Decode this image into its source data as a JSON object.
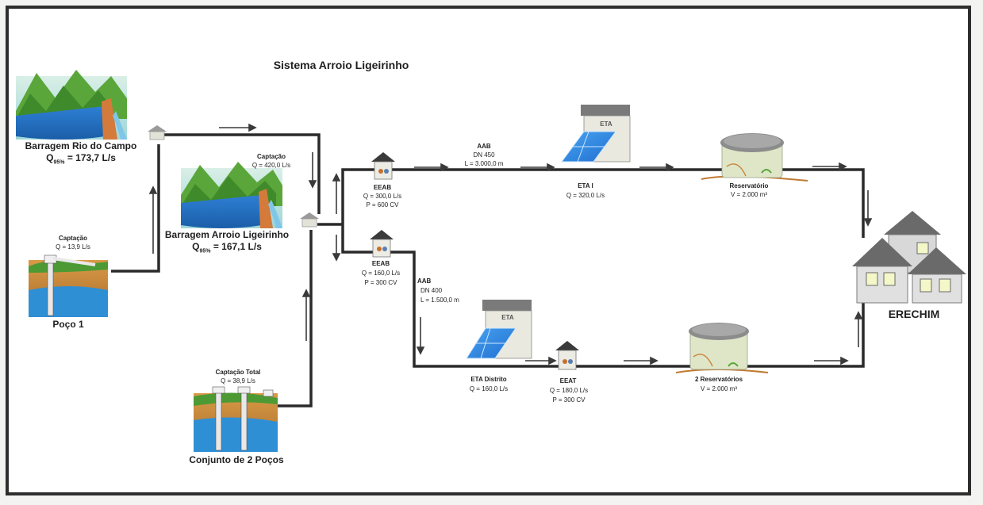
{
  "title": "Sistema Arroio Ligeirinho",
  "barragem_rio_campo": {
    "name": "Barragem Rio do Campo",
    "q_prefix": "Q",
    "q_sub": "95%",
    "q_value": " = 173,7 L/s"
  },
  "poco1": {
    "cap_title": "Captação",
    "cap_q": "Q = 13,9 L/s",
    "name": "Poço 1"
  },
  "barragem_arroio": {
    "cap_title": "Captação",
    "cap_q": "Q = 420,0 L/s",
    "name": "Barragem Arroio Ligeirinho",
    "q_prefix": "Q",
    "q_sub": "95%",
    "q_value": " = 167,1 L/s"
  },
  "conjunto_pocos": {
    "cap_title": "Captação Total",
    "cap_q": "Q = 38,9 L/s",
    "name": "Conjunto de 2 Poços"
  },
  "eeab_top": {
    "name": "EEAB",
    "q": "Q = 300,0 L/s",
    "p": "P = 600 CV"
  },
  "aab_top": {
    "name": "AAB",
    "dn": "DN 450",
    "l": "L = 3.000,0 m"
  },
  "eta_i": {
    "roof": "ETA",
    "name": "ETA I",
    "q": "Q = 320,0 L/s"
  },
  "reservatorio_top": {
    "name": "Reservatório",
    "v": "V = 2.000 m³"
  },
  "eeab_bottom": {
    "name": "EEAB",
    "q": "Q = 160,0 L/s",
    "p": "P = 300 CV"
  },
  "aab_bottom": {
    "name": "AAB",
    "dn": "DN 400",
    "l": "L = 1.500,0 m"
  },
  "eta_distrito": {
    "roof": "ETA",
    "name": "ETA Distrito",
    "q": "Q = 160,0 L/s"
  },
  "eeat": {
    "name": "EEAT",
    "q": "Q = 180,0 L/s",
    "p": "P = 300 CV"
  },
  "reservatorios_bottom": {
    "name": "2 Reservatórios",
    "v": "V = 2.000 m³"
  },
  "city": {
    "name": "ERECHIM"
  },
  "colors": {
    "pipe": "#2a2a2a",
    "water": "#2f7fd0",
    "mountain": "#5aa63a",
    "soil": "#c98a3e",
    "tank": "#dfe6c8",
    "house": "#d8d8d8"
  }
}
